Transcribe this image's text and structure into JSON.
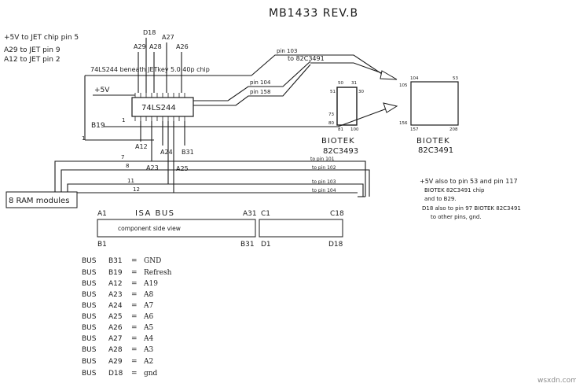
{
  "title": "MB1433 REV.B",
  "notes_top_left": [
    "+5V to JET chip pin 5",
    "A29 to JET pin 9",
    "A12 to JET pin 2"
  ],
  "notes_right": [
    "+5V also to pin 53 and pin 117",
    "BIOTEK 82C3491 chip",
    "and to B29.",
    "D18 also to pin 97 BIOTEK 82C3491",
    "to other pins, gnd."
  ],
  "chip_74ls244": {
    "label": "74LS244",
    "caption": "74LS244 beneath JETkey 5.0 40p chip",
    "top_pins": [
      "D18",
      "A29",
      "A28",
      "A27",
      "A26"
    ],
    "bottom_pins": [
      "A12",
      "A23",
      "A24",
      "B31",
      "A25"
    ],
    "side_labels": [
      "+5V",
      "B19",
      "1"
    ]
  },
  "chip_82c3493": {
    "name": "BIOTEK",
    "part": "82C3493",
    "pins": [
      "50",
      "31",
      "51",
      "30",
      "73",
      "80",
      "81",
      "100"
    ]
  },
  "chip_82c3491": {
    "name": "BIOTEK",
    "part": "82C3491",
    "pins": [
      "104",
      "53",
      "105",
      "156",
      "157",
      "208"
    ]
  },
  "wires": {
    "pin103_top": "pin 103",
    "to_82c3491": "to 82C3491",
    "pin104": "pin 104",
    "pin158": "pin 158",
    "left_numbers": [
      "7",
      "8",
      "11",
      "12"
    ],
    "to_pins": [
      "to pin 101",
      "to pin 102",
      "to pin 103",
      "to pin 104"
    ]
  },
  "ram_box": "8 RAM modules",
  "isa_bus": {
    "label": "ISA BUS",
    "inner": "component side view",
    "corners": [
      "A1",
      "A31",
      "B1",
      "B31",
      "C1",
      "C18",
      "D1",
      "D18"
    ]
  },
  "bus_table": [
    {
      "bus": "BUS",
      "pin": "B31",
      "signal": "GND"
    },
    {
      "bus": "BUS",
      "pin": "B19",
      "signal": "Refresh"
    },
    {
      "bus": "BUS",
      "pin": "A12",
      "signal": "A19"
    },
    {
      "bus": "BUS",
      "pin": "A23",
      "signal": "A8"
    },
    {
      "bus": "BUS",
      "pin": "A24",
      "signal": "A7"
    },
    {
      "bus": "BUS",
      "pin": "A25",
      "signal": "A6"
    },
    {
      "bus": "BUS",
      "pin": "A26",
      "signal": "A5"
    },
    {
      "bus": "BUS",
      "pin": "A27",
      "signal": "A4"
    },
    {
      "bus": "BUS",
      "pin": "A28",
      "signal": "A3"
    },
    {
      "bus": "BUS",
      "pin": "A29",
      "signal": "A2"
    },
    {
      "bus": "BUS",
      "pin": "D18",
      "signal": "gnd"
    }
  ],
  "equals": "=",
  "watermark": "wsxdn.com"
}
